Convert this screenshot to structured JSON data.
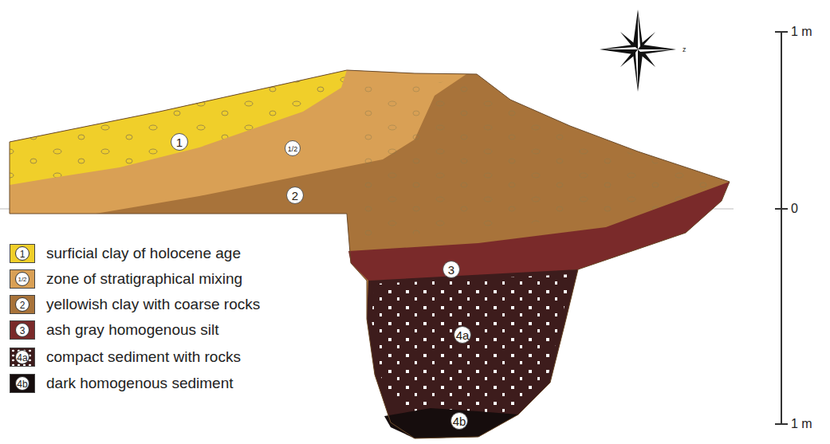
{
  "diagram": {
    "labels": [
      "1",
      "1/2",
      "2",
      "3",
      "4a",
      "4b",
      "1",
      "1/2",
      "2",
      "3",
      "4a",
      "4b",
      "1 m",
      "0",
      "1 m",
      "z"
    ],
    "legend": [
      {
        "text": "surficial clay of holocene age",
        "color": "#f0cf2a"
      },
      {
        "text": "zone of stratigraphical mixing",
        "color": "#d9a055"
      },
      {
        "text": "yellowish clay with coarse rocks",
        "color": "#a8733a"
      },
      {
        "text": "ash gray homogenous silt",
        "color": "#7a2a2a"
      },
      {
        "text": "compact sediment with rocks",
        "color": "#3d1c1c"
      },
      {
        "text": "dark homogenous sediment",
        "color": "#160d0d"
      }
    ]
  }
}
